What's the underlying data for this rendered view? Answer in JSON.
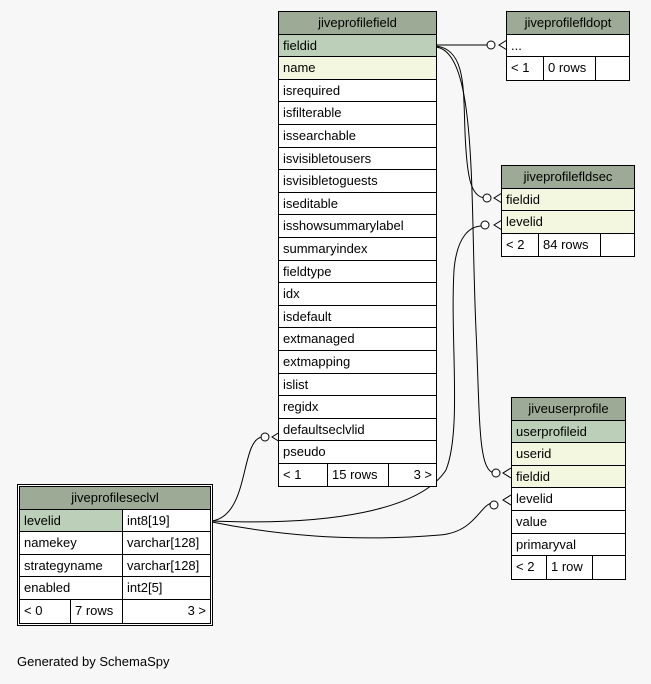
{
  "tables": {
    "jiveprofilefield": {
      "title": "jiveprofilefield",
      "columns": [
        "fieldid",
        "name",
        "isrequired",
        "isfilterable",
        "issearchable",
        "isvisibletousers",
        "isvisibletoguests",
        "iseditable",
        "isshowsummarylabel",
        "summaryindex",
        "fieldtype",
        "idx",
        "isdefault",
        "extmanaged",
        "extmapping",
        "islist",
        "regidx",
        "defaultseclvlid",
        "pseudo"
      ],
      "footer": [
        "< 1",
        "15 rows",
        "3 >"
      ]
    },
    "jiveprofilefldopt": {
      "title": "jiveprofilefldopt",
      "columns": [
        "..."
      ],
      "footer": [
        "< 1",
        "0 rows",
        ""
      ]
    },
    "jiveprofilefldsec": {
      "title": "jiveprofilefldsec",
      "columns": [
        "fieldid",
        "levelid"
      ],
      "footer": [
        "< 2",
        "84 rows",
        ""
      ]
    },
    "jiveuserprofile": {
      "title": "jiveuserprofile",
      "columns": [
        "userprofileid",
        "userid",
        "fieldid",
        "levelid",
        "value",
        "primaryval"
      ],
      "footer": [
        "< 2",
        "1 row",
        ""
      ]
    },
    "jiveprofileseclvl": {
      "title": "jiveprofileseclvl",
      "columns": [
        {
          "name": "levelid",
          "type": "int8[19]"
        },
        {
          "name": "namekey",
          "type": "varchar[128]"
        },
        {
          "name": "strategyname",
          "type": "varchar[128]"
        },
        {
          "name": "enabled",
          "type": "int2[5]"
        }
      ],
      "footer": [
        "< 0",
        "7 rows",
        "3 >"
      ]
    }
  },
  "colors": {
    "header": "#9dab96",
    "primary_key": "#bccfb8",
    "foreign_key": "#f4f7df",
    "background": "#f7f7f7"
  },
  "credit": "Generated by SchemaSpy"
}
